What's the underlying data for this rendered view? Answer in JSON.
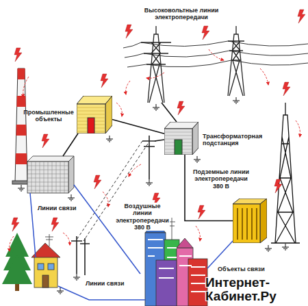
{
  "diagram": {
    "nodes": [
      {
        "text": [
          "Промышленные объекты"
        ]
      },
      {
        "text": [
          "Трансформаторная подстанция"
        ]
      },
      {
        "text": [
          "Объекты связи"
        ]
      }
    ],
    "edges": [
      {
        "from": 0,
        "to": 1,
        "arrow": "none"
      },
      {
        "from": 1,
        "to": 2,
        "arrow": "none"
      }
    ],
    "labels": [
      "Высоковольтные линии электропередачи",
      "Подземные линии электропередачи 380 В",
      "Воздушные линии электропередачи 380 В",
      "Линии связи",
      "Линии связи",
      "Интернет-Кабинет.Ру"
    ]
  }
}
